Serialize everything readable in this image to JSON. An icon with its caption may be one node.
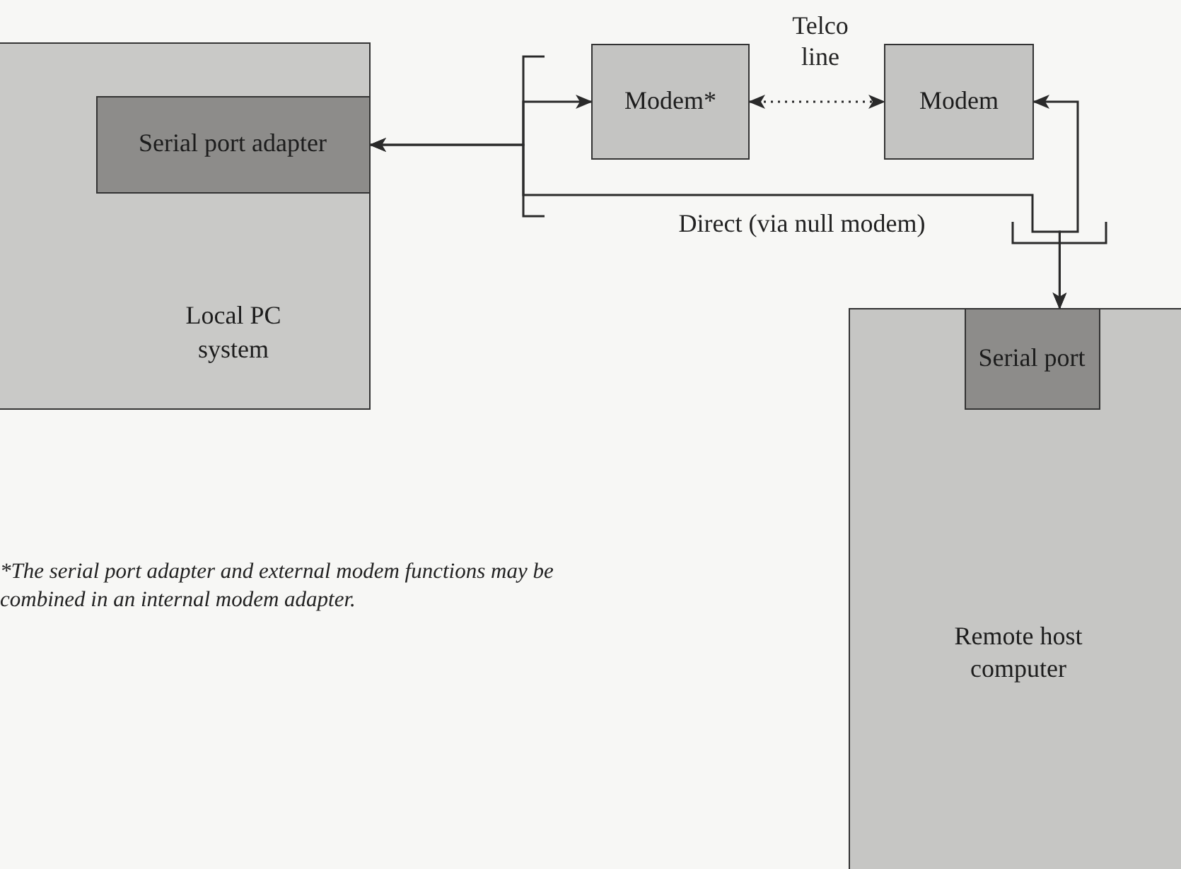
{
  "diagram": {
    "nodes": [
      {
        "text": [
          "Local PC system"
        ]
      },
      {
        "text": [
          "Serial port adapter"
        ],
        "in": 0
      },
      {
        "text": [
          "Modem*"
        ]
      },
      {
        "text": [
          "Modem"
        ]
      },
      {
        "text": [
          "Remote host computer"
        ]
      },
      {
        "text": [
          "Serial port"
        ],
        "in": 4
      }
    ],
    "edges": [
      {
        "from": 1,
        "to": 2,
        "arrow": "both"
      },
      {
        "from": 2,
        "to": 3,
        "arrow": "both",
        "style": "dashed",
        "label": "Telco line"
      },
      {
        "from": 3,
        "to": 5,
        "arrow": "both"
      },
      {
        "from": 1,
        "to": 5,
        "arrow": "both",
        "label": "Direct (via null modem)"
      }
    ],
    "labels": [
      "*The serial port adapter and external modem functions may be combined in an internal modem adapter."
    ]
  }
}
